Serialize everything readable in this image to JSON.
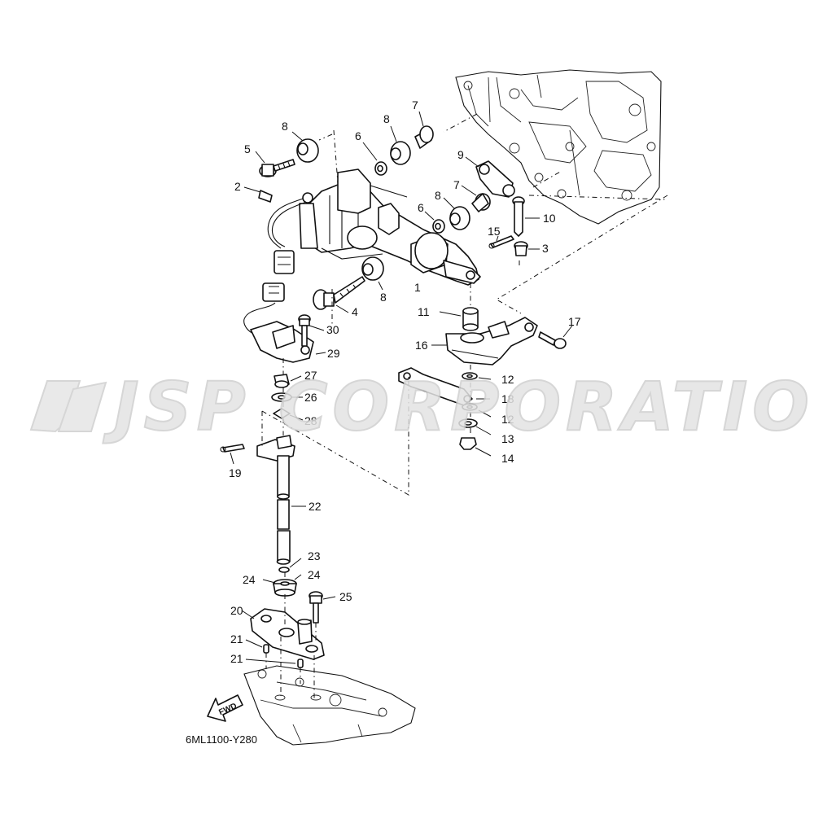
{
  "diagram": {
    "drawing_code": "6ML1100-Y280",
    "fwd_label": "FWD",
    "watermark": "JSP CORPORATION",
    "callouts": [
      {
        "id": "c1",
        "text": "1"
      },
      {
        "id": "c2",
        "text": "2"
      },
      {
        "id": "c3",
        "text": "3"
      },
      {
        "id": "c4",
        "text": "4"
      },
      {
        "id": "c5",
        "text": "5"
      },
      {
        "id": "c6a",
        "text": "6"
      },
      {
        "id": "c6b",
        "text": "6"
      },
      {
        "id": "c7a",
        "text": "7"
      },
      {
        "id": "c7b",
        "text": "7"
      },
      {
        "id": "c8a",
        "text": "8"
      },
      {
        "id": "c8b",
        "text": "8"
      },
      {
        "id": "c8c",
        "text": "8"
      },
      {
        "id": "c8d",
        "text": "8"
      },
      {
        "id": "c9",
        "text": "9"
      },
      {
        "id": "c10",
        "text": "10"
      },
      {
        "id": "c11",
        "text": "11"
      },
      {
        "id": "c12a",
        "text": "12"
      },
      {
        "id": "c12b",
        "text": "12"
      },
      {
        "id": "c13",
        "text": "13"
      },
      {
        "id": "c14",
        "text": "14"
      },
      {
        "id": "c15",
        "text": "15"
      },
      {
        "id": "c16",
        "text": "16"
      },
      {
        "id": "c17",
        "text": "17"
      },
      {
        "id": "c18",
        "text": "18"
      },
      {
        "id": "c19",
        "text": "19"
      },
      {
        "id": "c20",
        "text": "20"
      },
      {
        "id": "c21a",
        "text": "21"
      },
      {
        "id": "c21b",
        "text": "21"
      },
      {
        "id": "c22",
        "text": "22"
      },
      {
        "id": "c23",
        "text": "23"
      },
      {
        "id": "c24a",
        "text": "24"
      },
      {
        "id": "c24b",
        "text": "24"
      },
      {
        "id": "c25",
        "text": "25"
      },
      {
        "id": "c26",
        "text": "26"
      },
      {
        "id": "c27",
        "text": "27"
      },
      {
        "id": "c28",
        "text": "28"
      },
      {
        "id": "c29",
        "text": "29"
      },
      {
        "id": "c30",
        "text": "30"
      }
    ]
  }
}
